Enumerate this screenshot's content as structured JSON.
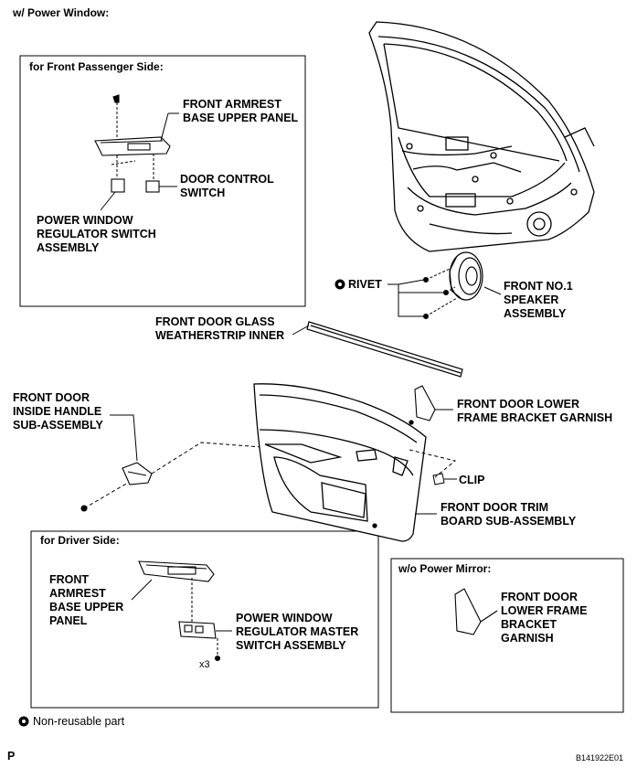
{
  "title": "w/ Power Window:",
  "sections": {
    "passenger_title": "for Front Passenger Side:",
    "driver_title": "for Driver Side:",
    "mirror_title": "w/o Power Mirror:"
  },
  "labels": {
    "armrest_upper_passenger": [
      "FRONT ARMREST",
      "BASE UPPER PANEL"
    ],
    "door_control_switch": [
      "DOOR CONTROL",
      "SWITCH"
    ],
    "pw_regulator_switch": [
      "POWER WINDOW",
      "REGULATOR SWITCH",
      "ASSEMBLY"
    ],
    "rivet": "RIVET",
    "speaker": [
      "FRONT NO.1",
      "SPEAKER",
      "ASSEMBLY"
    ],
    "glass_weatherstrip": [
      "FRONT DOOR GLASS",
      "WEATHERSTRIP INNER"
    ],
    "inside_handle": [
      "FRONT DOOR",
      "INSIDE HANDLE",
      "SUB-ASSEMBLY"
    ],
    "lower_frame_garnish": [
      "FRONT DOOR LOWER",
      "FRAME BRACKET GARNISH"
    ],
    "clip": "CLIP",
    "trim_board": [
      "FRONT DOOR TRIM",
      "BOARD SUB-ASSEMBLY"
    ],
    "armrest_upper_driver": [
      "FRONT",
      "ARMREST",
      "BASE UPPER",
      "PANEL"
    ],
    "pw_master_switch": [
      "POWER WINDOW",
      "REGULATOR MASTER",
      "SWITCH ASSEMBLY"
    ],
    "qty_x3": "x3",
    "mirror_garnish": [
      "FRONT DOOR",
      "LOWER FRAME",
      "BRACKET",
      "GARNISH"
    ]
  },
  "legend": {
    "non_reusable": "Non-reusable part"
  },
  "footer": {
    "left_code": "P",
    "right_code": "B141922E01"
  }
}
